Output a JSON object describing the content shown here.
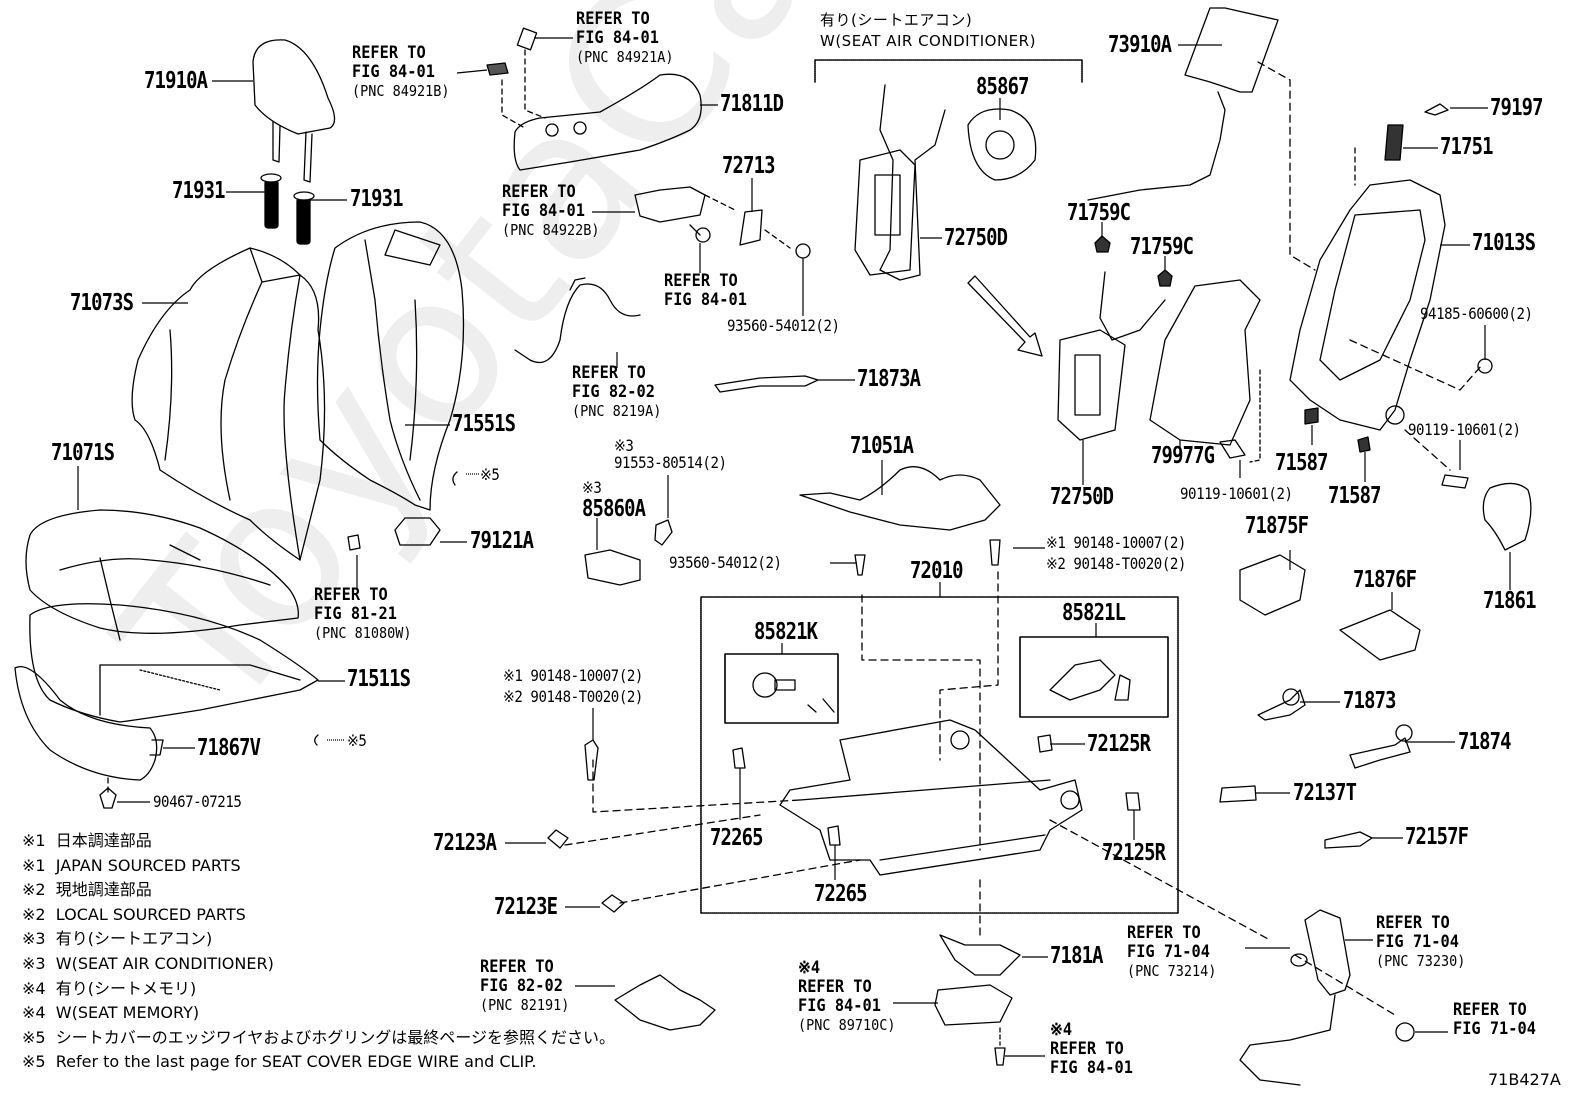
{
  "watermark": "ToyotaCarWiper.ru",
  "diagram_code": "71B427A",
  "seat_air_conditioner_header": {
    "jp": "有り(シートエアコン)",
    "en": "W(SEAT AIR CONDITIONER)"
  },
  "parts": {
    "headrest": "71910A",
    "headrest_guide_left": "71931",
    "headrest_guide_right": "71931",
    "seatback_cover": "71073S",
    "seatback_pad": "71551S",
    "cushion_cover": "71071S",
    "cushion_pad": "71511S",
    "cushion_front_cover": "71867V",
    "clip_90467": "90467-07215",
    "shield_71811D": "71811D",
    "knob_72713": "72713",
    "screw_93560_upper": "93560-54012(2)",
    "seat_ac_blower": "85867",
    "lumbar_upper": "72750D",
    "lumbar_lower": "72750D",
    "side_airbag": "73910A",
    "clip_71759C_a": "71759C",
    "clip_71759C_b": "71759C",
    "headrest_support_79197": "79197",
    "headrest_support_71751": "71751",
    "seatback_frame": "71013S",
    "nut_94185": "94185-60600(2)",
    "bolt_90119_right": "90119-10601(2)",
    "bolt_90119_mid": "90119-10601(2)",
    "seatback_board": "79977G",
    "clip_71587_a": "71587",
    "clip_71587_b": "71587",
    "foam_71861": "71861",
    "rail_cover_71873A": "71873A",
    "wire_71051A": "71051A",
    "pad_79121A": "79121A",
    "ac_unit_85860A": "85860A",
    "screw_91553": "91553-80514(2)",
    "screw_93560_lower": "93560-54012(2)",
    "adjuster_72010": "72010",
    "motor_85821K": "85821K",
    "motor_85821L": "85821L",
    "bracket_72125R_a": "72125R",
    "bracket_72125R_b": "72125R",
    "clip_72265_a": "72265",
    "clip_72265_b": "72265",
    "cover_72123A": "72123A",
    "cover_72123E": "72123E",
    "cover_71875F": "71875F",
    "cover_71876F": "71876F",
    "cover_71873": "71873",
    "cover_71874": "71874",
    "cover_72137T": "72137T",
    "cover_72157F": "72157F",
    "harness_7181A": "7181A"
  },
  "refs": {
    "ref_84921B": {
      "line1": "REFER TO",
      "line2": "FIG 84-01",
      "line3": "(PNC 84921B)"
    },
    "ref_84921A": {
      "line1": "REFER TO",
      "line2": "FIG 84-01",
      "line3": "(PNC 84921A)"
    },
    "ref_84922B": {
      "line1": "REFER TO",
      "line2": "FIG 84-01",
      "line3": "(PNC 84922B)"
    },
    "ref_84_01_screw": {
      "line1": "REFER TO",
      "line2": "FIG 84-01"
    },
    "ref_8219A": {
      "line1": "REFER TO",
      "line2": "FIG 82-02",
      "line3": "(PNC 8219A)"
    },
    "ref_81080W": {
      "line1": "REFER TO",
      "line2": "FIG 81-21",
      "line3": "(PNC 81080W)"
    },
    "ref_82191": {
      "line1": "REFER TO",
      "line2": "FIG 82-02",
      "line3": "(PNC 82191)"
    },
    "ref_89710C": {
      "mark": "※4",
      "line1": "REFER TO",
      "line2": "FIG 84-01",
      "line3": "(PNC 89710C)"
    },
    "ref_84_01_bottom": {
      "mark": "※4",
      "line1": "REFER TO",
      "line2": "FIG 84-01"
    },
    "ref_73214": {
      "line1": "REFER TO",
      "line2": "FIG 71-04",
      "line3": "(PNC 73214)"
    },
    "ref_73230": {
      "line1": "REFER TO",
      "line2": "FIG 71-04",
      "line3": "(PNC 73230)"
    },
    "ref_71_04_nut": {
      "line1": "REFER TO",
      "line2": "FIG 71-04"
    }
  },
  "marks": {
    "m3_91553": "※3",
    "m3_85860A": "※3",
    "m5_upper": "※5",
    "m5_lower": "※5",
    "bolt_upper_line1": "※1 90148-10007(2)",
    "bolt_upper_line2": "※2 90148-T0020(2)",
    "bolt_left_line1": "※1 90148-10007(2)",
    "bolt_left_line2": "※2 90148-T0020(2)"
  },
  "legend": [
    {
      "mark": "※1",
      "text": "日本調達部品"
    },
    {
      "mark": "※1",
      "text": "JAPAN SOURCED PARTS"
    },
    {
      "mark": "※2",
      "text": "現地調達部品"
    },
    {
      "mark": "※2",
      "text": "LOCAL SOURCED PARTS"
    },
    {
      "mark": "※3",
      "text": "有り(シートエアコン)"
    },
    {
      "mark": "※3",
      "text": "W(SEAT AIR CONDITIONER)"
    },
    {
      "mark": "※4",
      "text": "有り(シートメモリ)"
    },
    {
      "mark": "※4",
      "text": "W(SEAT MEMORY)"
    },
    {
      "mark": "※5",
      "text": "シートカバーのエッジワイヤおよびホグリングは最終ページを参照ください。"
    },
    {
      "mark": "※5",
      "text": "Refer to the last page for SEAT COVER EDGE WIRE and CLIP."
    }
  ]
}
